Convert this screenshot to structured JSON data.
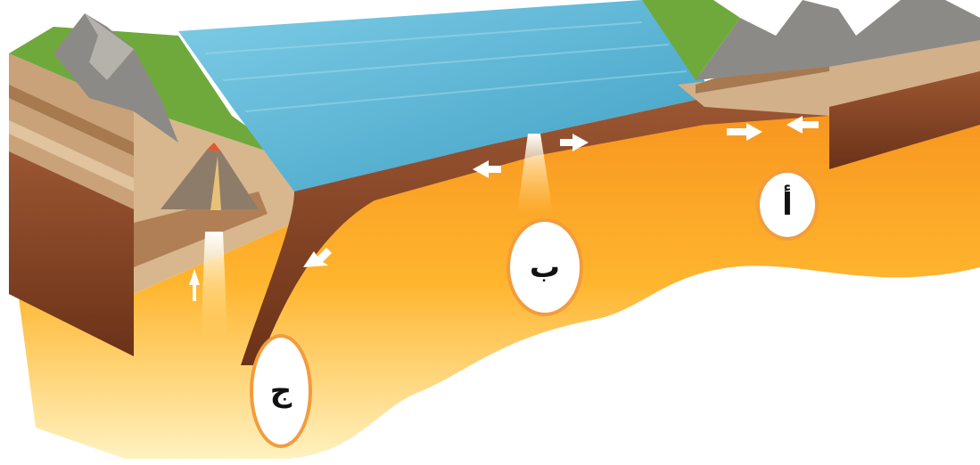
{
  "labels": {
    "a": "أ",
    "b": "ب",
    "c": "ج"
  },
  "colors": {
    "ocean": "#5bb7d6",
    "mantle_hot": "#ffb833",
    "mantle_deep": "#f27a1e",
    "crust_brown": "#8a4a2a",
    "land_green": "#6fa93c",
    "mountain": "#8c8a86",
    "bubble_border": "#f39c3c",
    "arrow": "#ffffff"
  },
  "icons": [
    "mountain-icon",
    "volcano-icon",
    "motion-arrow-icon"
  ]
}
